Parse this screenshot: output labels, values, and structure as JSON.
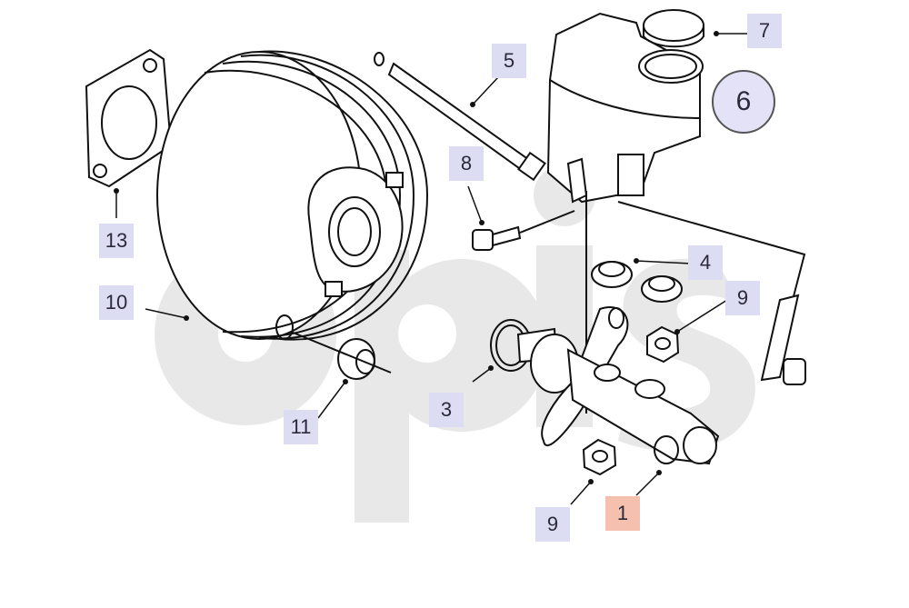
{
  "diagram": {
    "watermark": "opis",
    "callouts": [
      {
        "id": "13",
        "part": "gasket"
      },
      {
        "id": "10",
        "part": "brake-booster"
      },
      {
        "id": "11",
        "part": "grommet"
      },
      {
        "id": "5",
        "part": "push-rod"
      },
      {
        "id": "8",
        "part": "screw"
      },
      {
        "id": "7",
        "part": "reservoir-cap"
      },
      {
        "id": "6",
        "part": "fluid-reservoir",
        "style": "circled"
      },
      {
        "id": "4",
        "part": "reservoir-seals"
      },
      {
        "id": "9",
        "part": "nut"
      },
      {
        "id": "3",
        "part": "o-ring"
      },
      {
        "id": "1",
        "part": "master-cylinder",
        "highlighted": true
      },
      {
        "id": "9",
        "part": "nut"
      }
    ]
  },
  "colors": {
    "callout_fill": "#dcdcf2",
    "callout_highlight": "#f5c1ae",
    "watermark": "#e6e6e6",
    "line_art": "#111111"
  }
}
